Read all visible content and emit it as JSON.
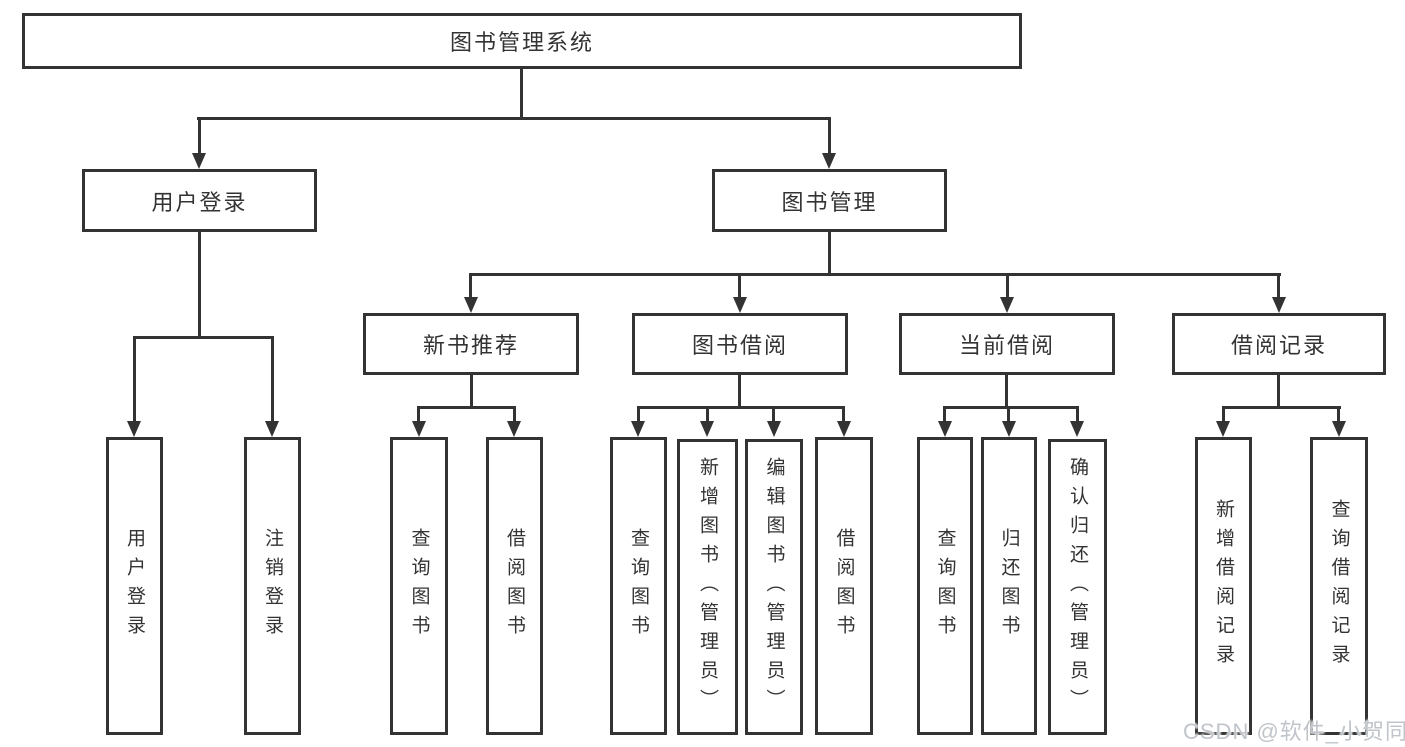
{
  "colors": {
    "line": "#333333",
    "background": "#ffffff",
    "watermark_text_color": "#c0c5cb"
  },
  "watermark": {
    "text": "CSDN @软件_小贺同学"
  },
  "tree": {
    "root": {
      "label": "图书管理系统"
    },
    "branches": [
      {
        "label": "用户登录",
        "children": [
          {
            "label": "用户登录"
          },
          {
            "label": "注销登录"
          }
        ]
      },
      {
        "label": "图书管理",
        "children": [
          {
            "label": "新书推荐",
            "children": [
              {
                "label": "查询图书"
              },
              {
                "label": "借阅图书"
              }
            ]
          },
          {
            "label": "图书借阅",
            "children": [
              {
                "label": "查询图书"
              },
              {
                "label": "新增图书（管理员）"
              },
              {
                "label": "编辑图书（管理员）"
              },
              {
                "label": "借阅图书"
              }
            ]
          },
          {
            "label": "当前借阅",
            "children": [
              {
                "label": "查询图书"
              },
              {
                "label": "归还图书"
              },
              {
                "label": "确认归还（管理员）"
              }
            ]
          },
          {
            "label": "借阅记录",
            "children": [
              {
                "label": "新增借阅记录"
              },
              {
                "label": "查询借阅记录"
              }
            ]
          }
        ]
      }
    ]
  }
}
